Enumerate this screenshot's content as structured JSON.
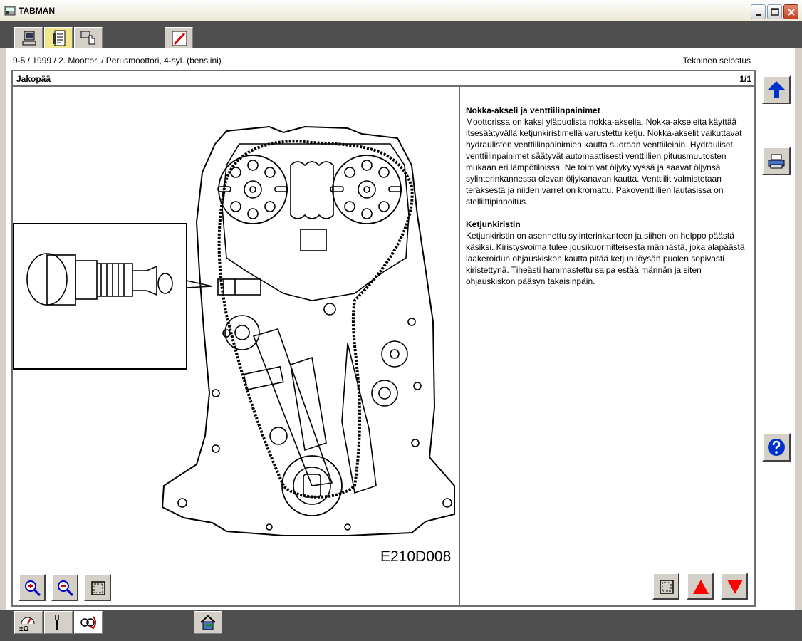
{
  "window": {
    "title": "TABMAN",
    "minimize_icon": "minimize-icon",
    "maximize_icon": "maximize-icon",
    "close_icon": "close-icon"
  },
  "toolbar": {
    "buttons": [
      {
        "icon": "computer-icon"
      },
      {
        "icon": "document-list-icon"
      },
      {
        "icon": "pointer-hand-icon"
      },
      {
        "icon": "pen-icon"
      }
    ]
  },
  "breadcrumb": "9-5 / 1999 / 2. Moottori / Perusmoottori, 4-syl. (bensiini)",
  "doc_type": "Tekninen selostus",
  "document": {
    "title": "Jakopää",
    "page": "1/1",
    "figure_code": "E210D008",
    "sections": [
      {
        "heading": "Nokka-akseli ja venttiilinpainimet",
        "body": "Moottorissa on kaksi yläpuolista nokka-akselia. Nokka-akseleita käyttää itsesäätyvällä ketjunkiristimellä varustettu ketju. Nokka-akselit vaikuttavat hydraulisten venttiilinpainimien kautta suoraan venttiileihin. Hydrauliset venttiilinpainimet säätyvät automaattisesti venttiilien pituusmuutosten mukaan eri lämpötiloissa. Ne toimivat öljykylvyssä ja saavat öljynsä sylinterinkannessa olevan öljykanavan kautta. Venttiilit valmistetaan teräksestä ja niiden varret on kromattu. Pakoventtiilien lautasissa on stelliittipinnoitus."
      },
      {
        "heading": "Ketjunkiristin",
        "body": "Ketjunkiristin on asennettu sylinterinkanteen ja siihen on helppo päästä käsiksi. Kiristysvoima tulee jousikuormitteisesta männästä, joka alapäästä laakeroidun ohjauskiskon kautta pitää ketjun löysän puolen sopivasti kiristettynä. Tiheästi hammastettu salpa estää männän ja siten ohjauskiskon pääsyn takaisinpäin."
      }
    ]
  },
  "figure_controls": [
    {
      "icon": "zoom-in-icon"
    },
    {
      "icon": "zoom-out-icon"
    },
    {
      "icon": "fit-page-icon"
    }
  ],
  "text_controls": [
    {
      "icon": "fit-page-icon"
    },
    {
      "icon": "arrow-up-icon"
    },
    {
      "icon": "arrow-down-icon"
    }
  ],
  "side_buttons": [
    {
      "icon": "arrow-up-icon"
    },
    {
      "icon": "printer-icon"
    },
    {
      "icon": "help-icon"
    }
  ],
  "bottom_buttons": [
    {
      "icon": "multimeter-icon",
      "label": "±Ω"
    },
    {
      "icon": "wrench-icon"
    },
    {
      "icon": "diagnostic-icon"
    },
    {
      "icon": "home-icon"
    }
  ],
  "colors": {
    "toolbar_bg": "#4f4f4f",
    "button_face": "#d4d0c8",
    "accent_red": "#ff0000",
    "accent_blue": "#0033cc"
  }
}
